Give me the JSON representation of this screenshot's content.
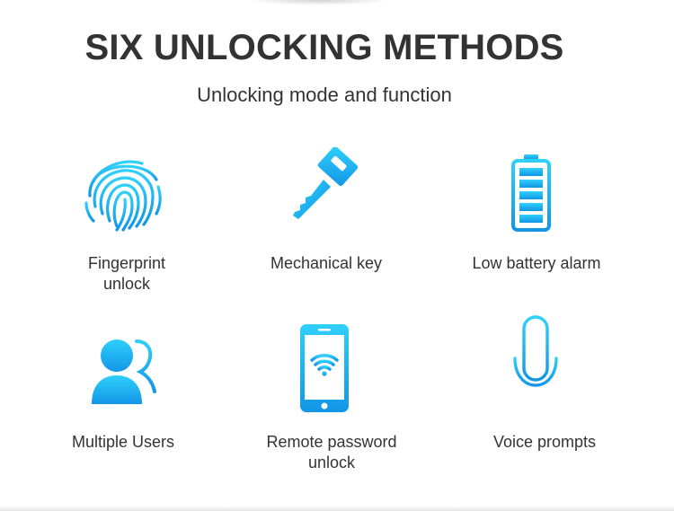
{
  "title": "SIX UNLOCKING METHODS",
  "subtitle": "Unlocking mode and function",
  "accent_color": "#1aa7ea",
  "features": [
    {
      "icon": "fingerprint-icon",
      "label_line1": "Fingerprint",
      "label_line2": "unlock"
    },
    {
      "icon": "key-icon",
      "label_line1": "Mechanical key",
      "label_line2": ""
    },
    {
      "icon": "battery-icon",
      "label_line1": "Low battery alarm",
      "label_line2": ""
    },
    {
      "icon": "users-icon",
      "label_line1": "Multiple Users",
      "label_line2": ""
    },
    {
      "icon": "phone-wifi-icon",
      "label_line1": "Remote password",
      "label_line2": "unlock"
    },
    {
      "icon": "microphone-icon",
      "label_line1": "Voice prompts",
      "label_line2": ""
    }
  ]
}
